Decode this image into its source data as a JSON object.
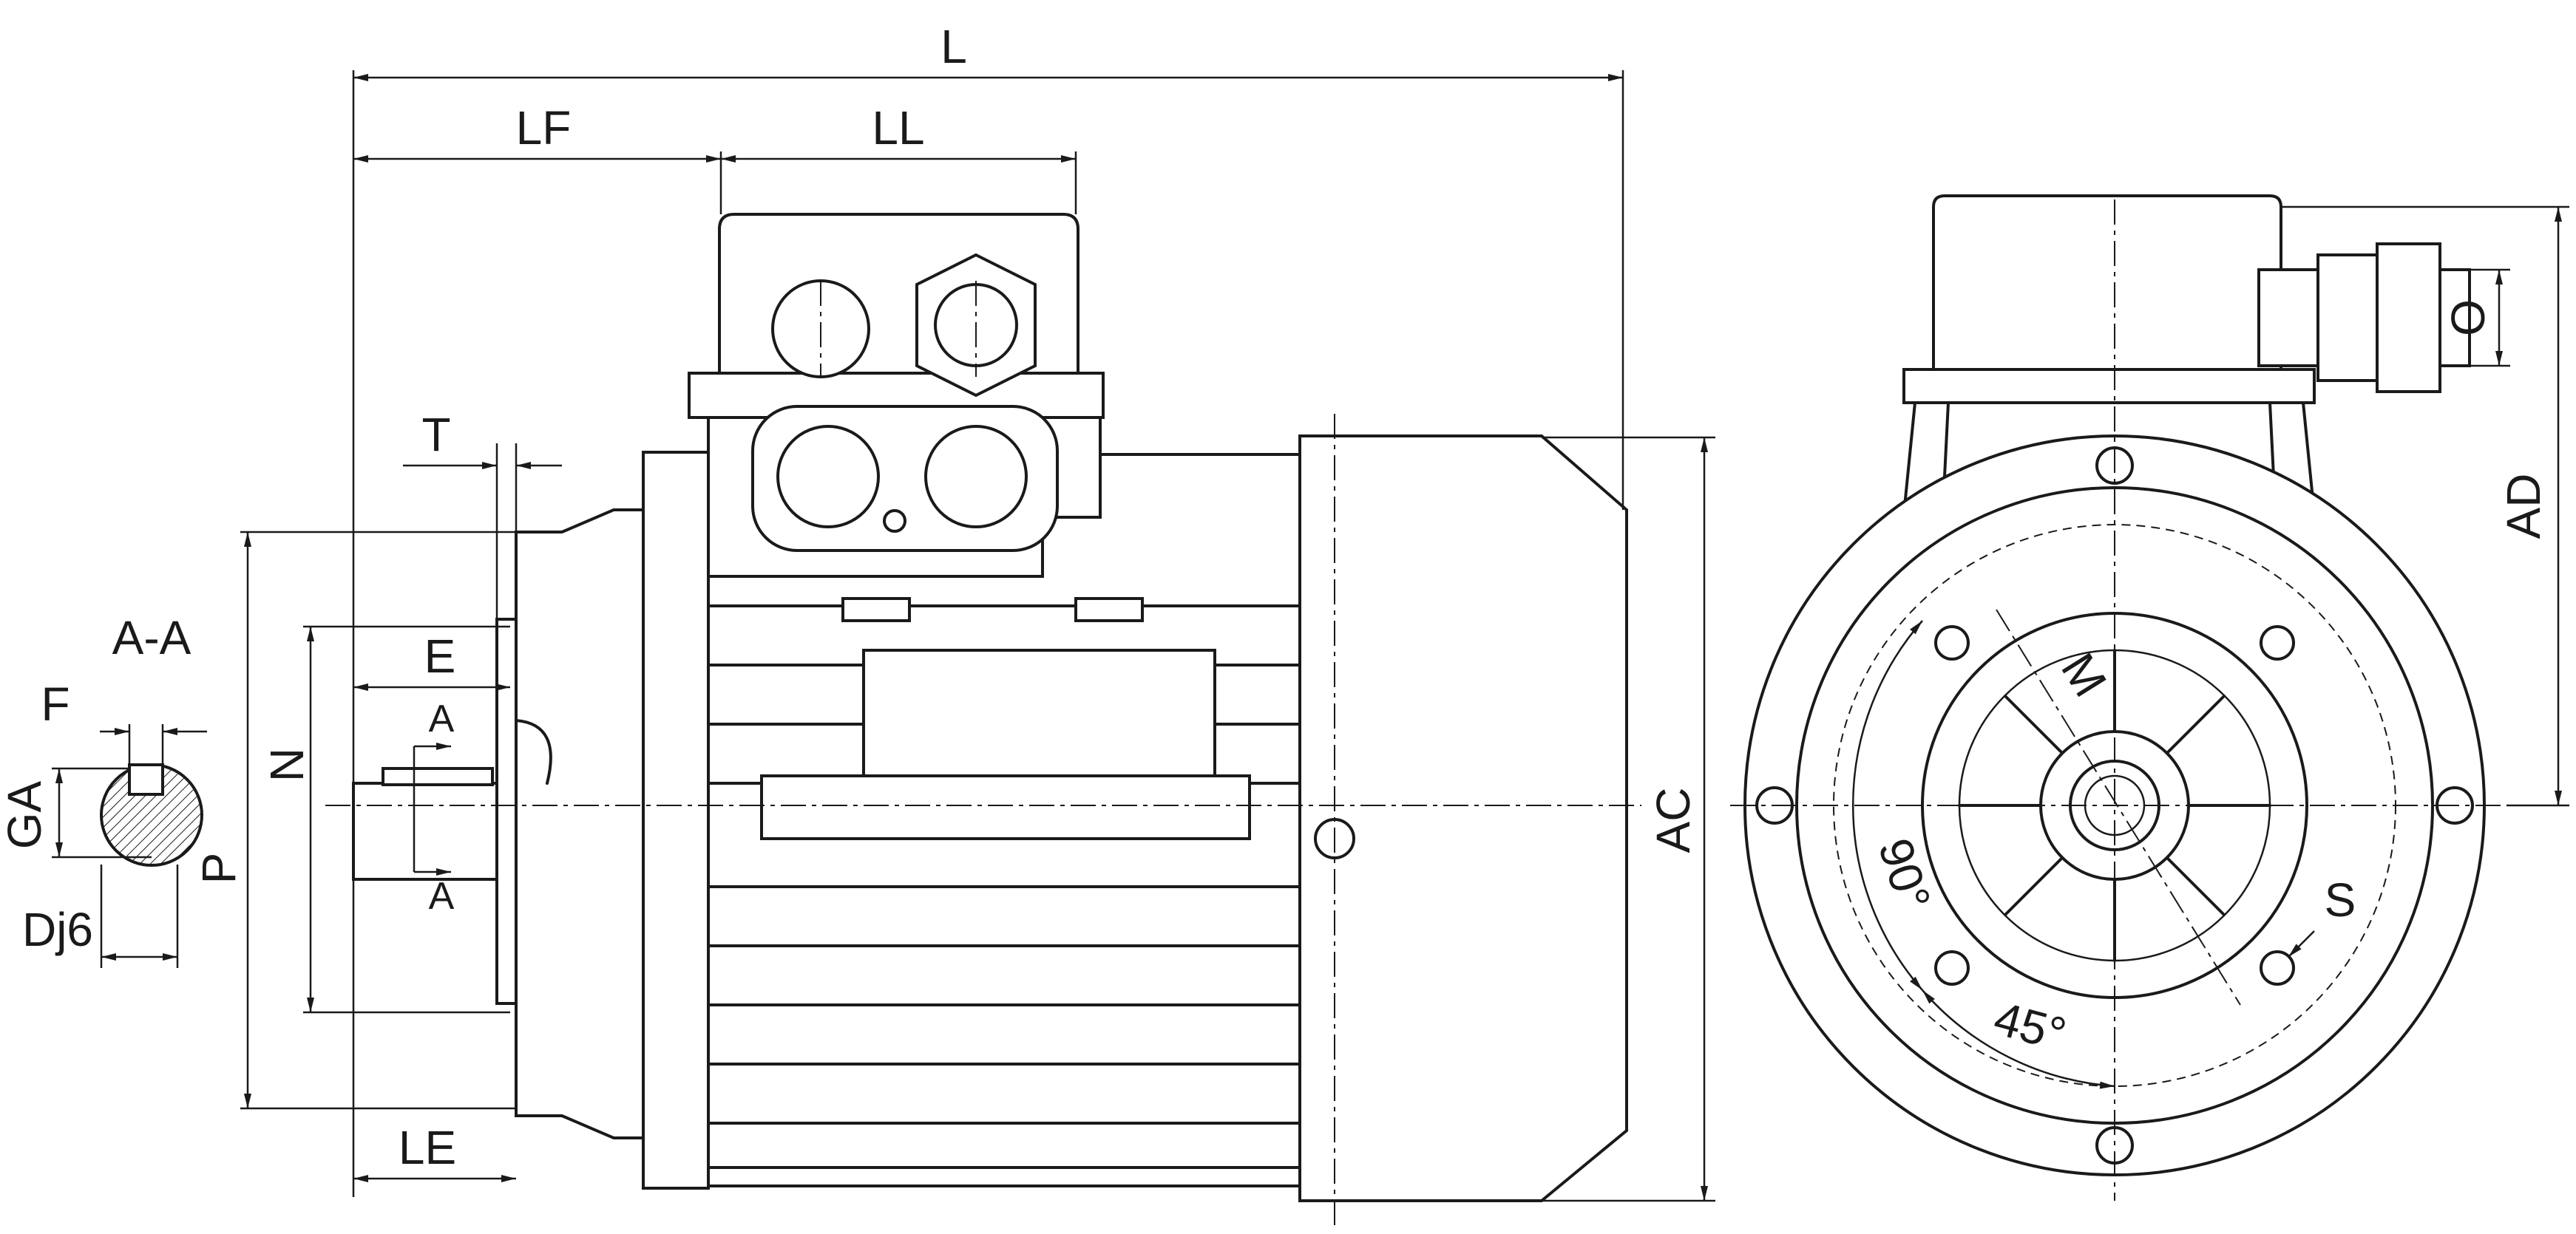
{
  "side_view_dimensions": {
    "L": "L",
    "LF": "LF",
    "LL": "LL",
    "T": "T",
    "E": "E",
    "N": "N",
    "P": "P",
    "LE": "LE",
    "AC": "AC",
    "section_marker": "A"
  },
  "shaft_section": {
    "title": "A-A",
    "F": "F",
    "GA": "GA",
    "D": "Dj6"
  },
  "front_view_dimensions": {
    "AD": "AD",
    "O": "O",
    "M": "M",
    "S": "S",
    "angle_90": "90°",
    "angle_45": "45°"
  }
}
